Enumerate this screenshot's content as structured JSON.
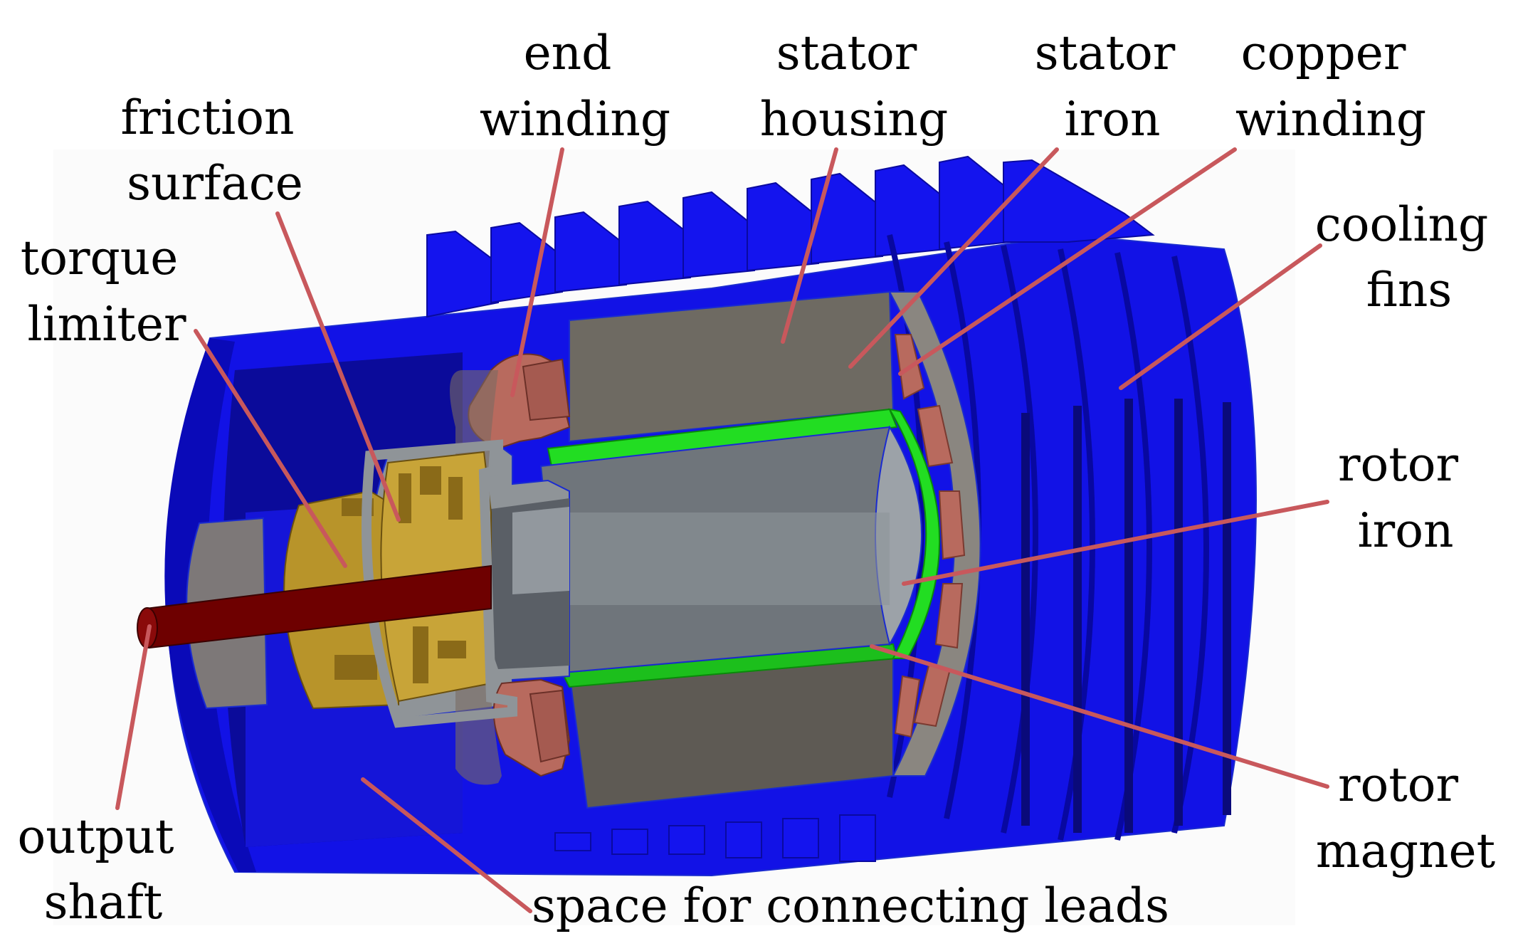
{
  "labels": {
    "friction_surface": [
      "friction",
      "surface"
    ],
    "end_winding": [
      "end",
      "winding"
    ],
    "stator_housing": [
      "stator",
      "housing"
    ],
    "stator_iron": [
      "stator",
      "iron"
    ],
    "copper_winding": [
      "copper",
      "winding"
    ],
    "cooling_fins": [
      "cooling",
      "fins"
    ],
    "torque_limiter": [
      "torque",
      "limiter"
    ],
    "rotor_iron": [
      "rotor",
      "iron"
    ],
    "rotor_magnet": [
      "rotor",
      "magnet"
    ],
    "output_shaft": [
      "output",
      "shaft"
    ],
    "space_for_leads": "space for connecting leads"
  },
  "colors": {
    "housing_blue": "#1212e6",
    "housing_dark": "#0b0b9a",
    "stator_gray": "#6e6a62",
    "rotor_gray": "#8f9498",
    "magnet_green": "#22dd22",
    "copper": "#b86a5e",
    "brass": "#b8942a",
    "shaft_red": "#7a0000",
    "leader": "#c8585c"
  }
}
